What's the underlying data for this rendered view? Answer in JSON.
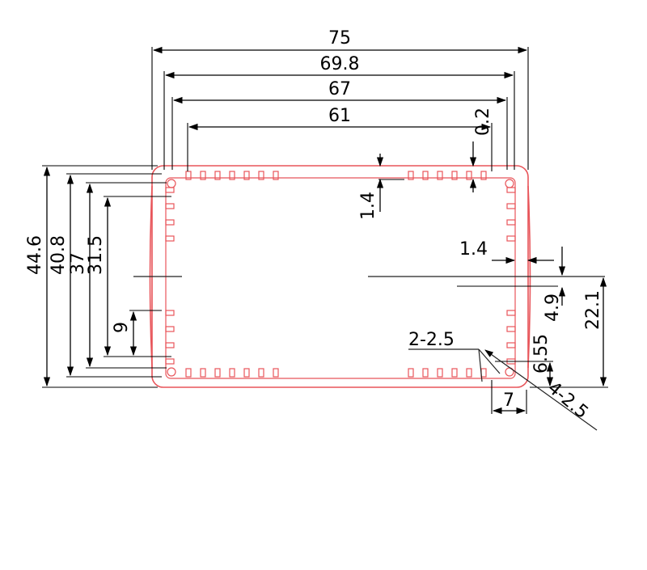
{
  "dimensions": {
    "width_75": "75",
    "width_69_8": "69.8",
    "width_67": "67",
    "width_61": "61",
    "wall_0_2": "0.2",
    "rib_1_4_top": "1.4",
    "height_44_6": "44.6",
    "height_40_8": "40.8",
    "height_37": "37",
    "height_31_5": "31.5",
    "rib_9": "9",
    "wall_1_4_right": "1.4",
    "slot_4_9": "4.9",
    "half_22_1": "22.1",
    "screw_2_2_5": "2-2.5",
    "offset_6_55": "6.55",
    "corner_7": "7",
    "screw_4_2_5": "4-2.5"
  },
  "colors": {
    "profile": "#e8555a",
    "dimension": "#000000"
  }
}
